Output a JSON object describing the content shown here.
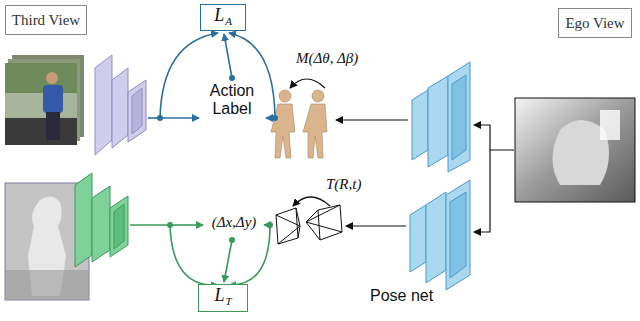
{
  "diagram": {
    "nodes": [
      {
        "text": [
          "Third View"
        ]
      },
      {
        "text": [
          "L",
          "A"
        ]
      },
      {
        "text": [
          "Ego View"
        ]
      },
      {
        "text": [
          "L",
          "T"
        ]
      }
    ],
    "labels": [
      "M(Δθ, Δβ)",
      "Action Label",
      "T(R,t)",
      "(Δx,Δy)",
      "Pose net"
    ]
  }
}
